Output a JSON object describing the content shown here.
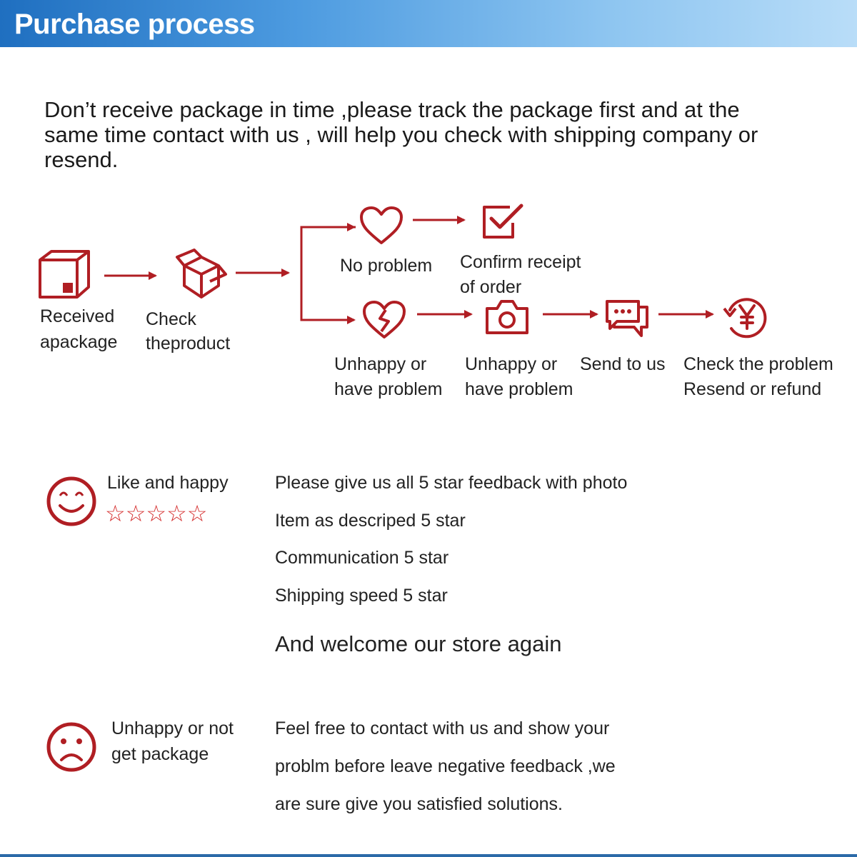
{
  "header": {
    "title": "Purchase process"
  },
  "intro": {
    "text": "Don’t receive package in time ,please track the package first and at the same time contact with us , will help you check with shipping company or resend."
  },
  "flow": {
    "received": {
      "line1": "Received",
      "line2": "apackage",
      "icon": "box-icon"
    },
    "check": {
      "line1": "Check",
      "line2": "theproduct",
      "icon": "open-box-icon"
    },
    "no_problem": {
      "label": "No problem",
      "icon": "heart-icon"
    },
    "confirm": {
      "line1": "Confirm receipt",
      "line2": "of order",
      "icon": "check-box-icon"
    },
    "unhappy": {
      "line1": "Unhappy or",
      "line2": "have problem",
      "icon": "broken-heart-icon"
    },
    "photo": {
      "line1": "Unhappy or",
      "line2": "have problem",
      "icon": "camera-icon"
    },
    "send": {
      "label": "Send to us",
      "icon": "chat-icon"
    },
    "resolve": {
      "line1": "Check the problem",
      "line2": "Resend or refund",
      "icon": "yen-refund-icon"
    }
  },
  "happy": {
    "label": "Like and happy",
    "stars": "☆☆☆☆☆",
    "lines": [
      "Please give us all 5 star feedback with photo",
      "Item as descriped 5 star",
      "Communication 5 star",
      "Shipping speed 5 star"
    ],
    "closing": "And welcome our store again",
    "icon": "smile-face-icon"
  },
  "unhappy_section": {
    "line1": "Unhappy or not",
    "line2": "get package",
    "lines": [
      "Feel free to contact with us and show your",
      "problm before leave negative feedback ,we",
      "are sure give you satisfied solutions."
    ],
    "icon": "sad-face-icon"
  },
  "colors": {
    "accent": "#b01e23",
    "header_start": "#1f6fc0",
    "header_end": "#b9ddf8"
  }
}
